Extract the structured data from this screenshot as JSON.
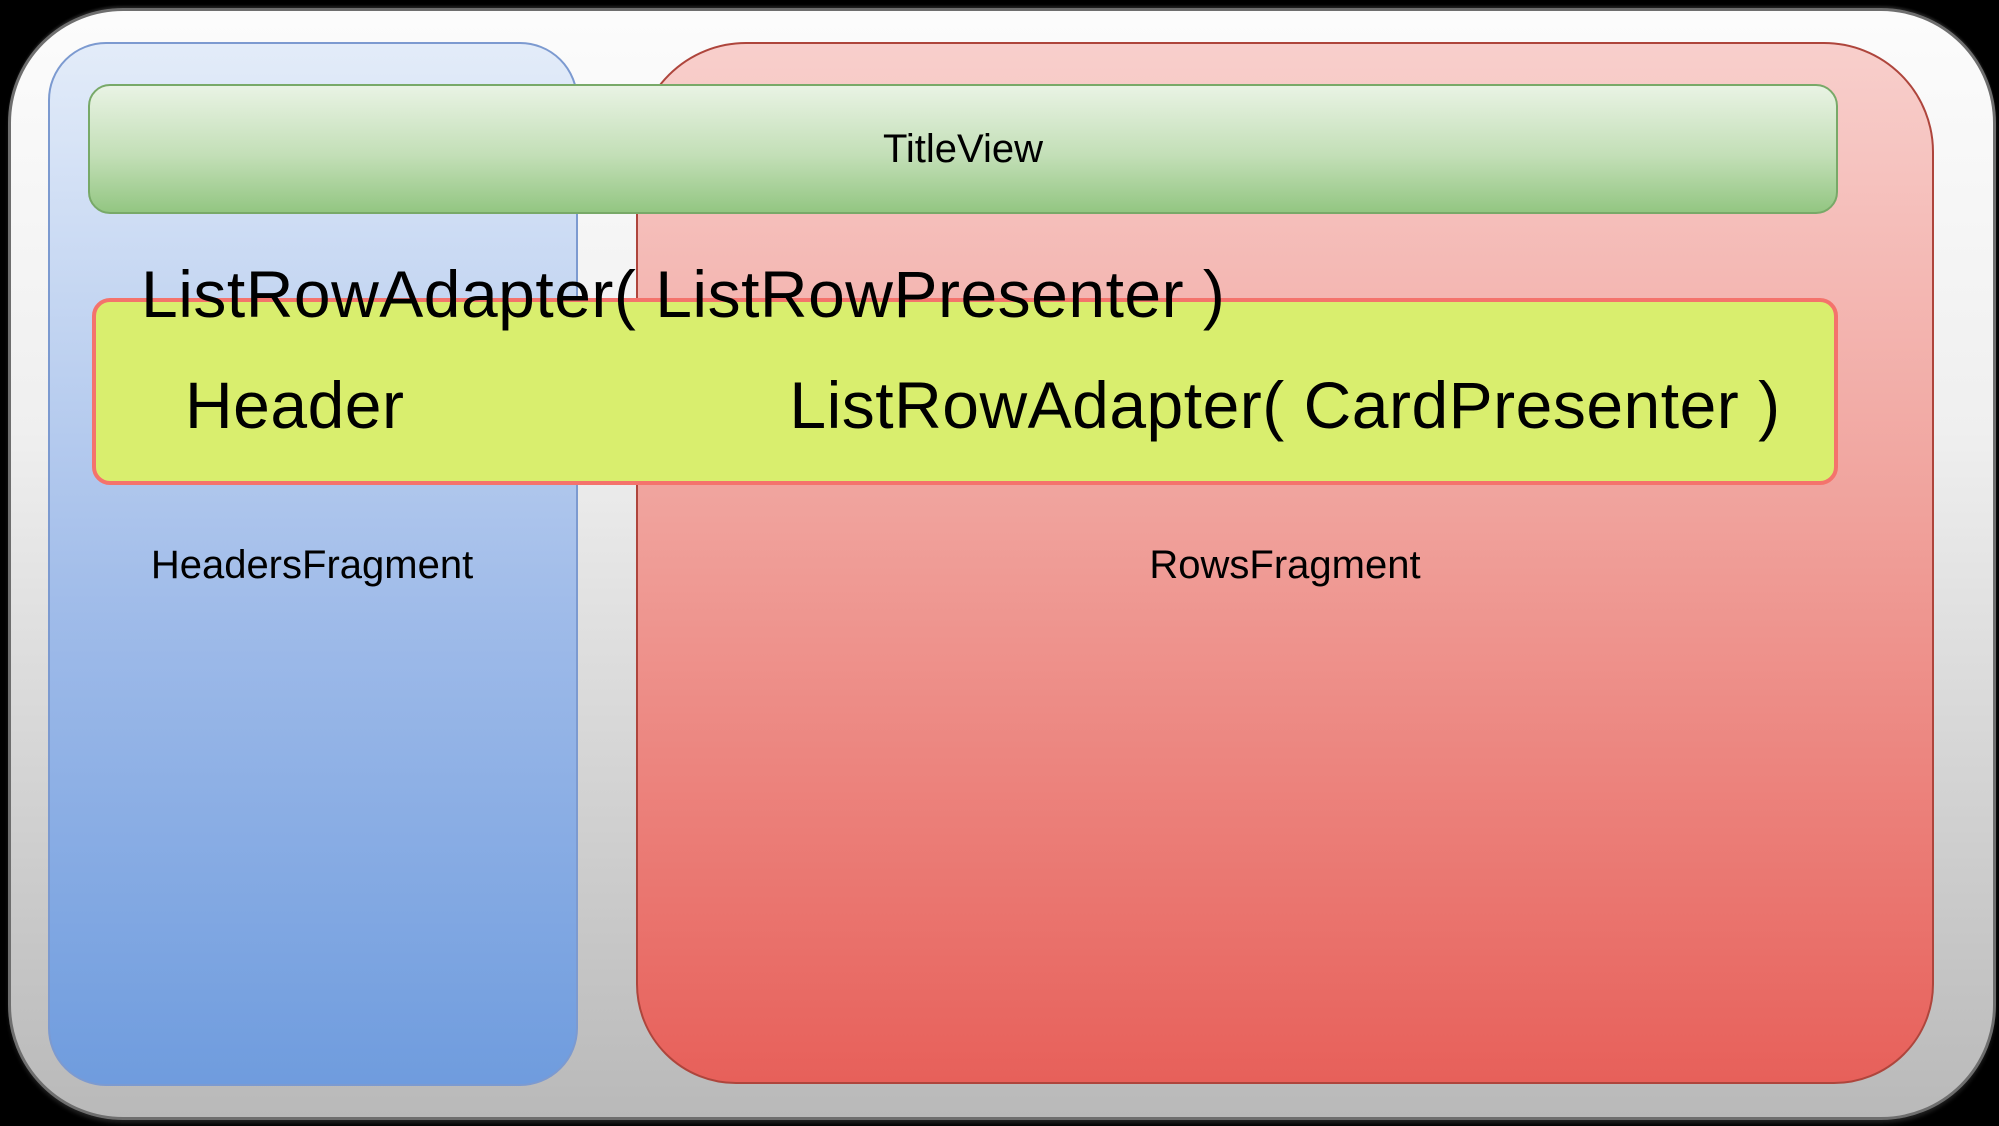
{
  "diagram": {
    "title_view_label": "TitleView",
    "list_row_adapter_row_label": "ListRowAdapter( ListRowPresenter )",
    "header_label": "Header",
    "card_adapter_label": "ListRowAdapter( CardPresenter )",
    "headers_fragment_label": "HeadersFragment",
    "rows_fragment_label": "RowsFragment"
  },
  "colors": {
    "page_background": "#000000",
    "browse_frame_fill_top": "#FCFCFC",
    "browse_frame_fill_bottom": "#B9B9B9",
    "browse_frame_border": "#6E6E6E",
    "headers_fragment_fill_top": "#E3ECF9",
    "headers_fragment_fill_bottom": "#6F9CDE",
    "headers_fragment_border": "#7C9AD0",
    "rows_fragment_fill_top": "#F8CFCC",
    "rows_fragment_fill_bottom": "#E7605A",
    "rows_fragment_border": "#AE453C",
    "title_view_fill_top": "#E9F3E4",
    "title_view_fill_bottom": "#93C682",
    "title_view_border": "#78A968",
    "header_row_fill": "#D9EE6E",
    "header_row_border": "#F4736C",
    "text": "#000000"
  }
}
